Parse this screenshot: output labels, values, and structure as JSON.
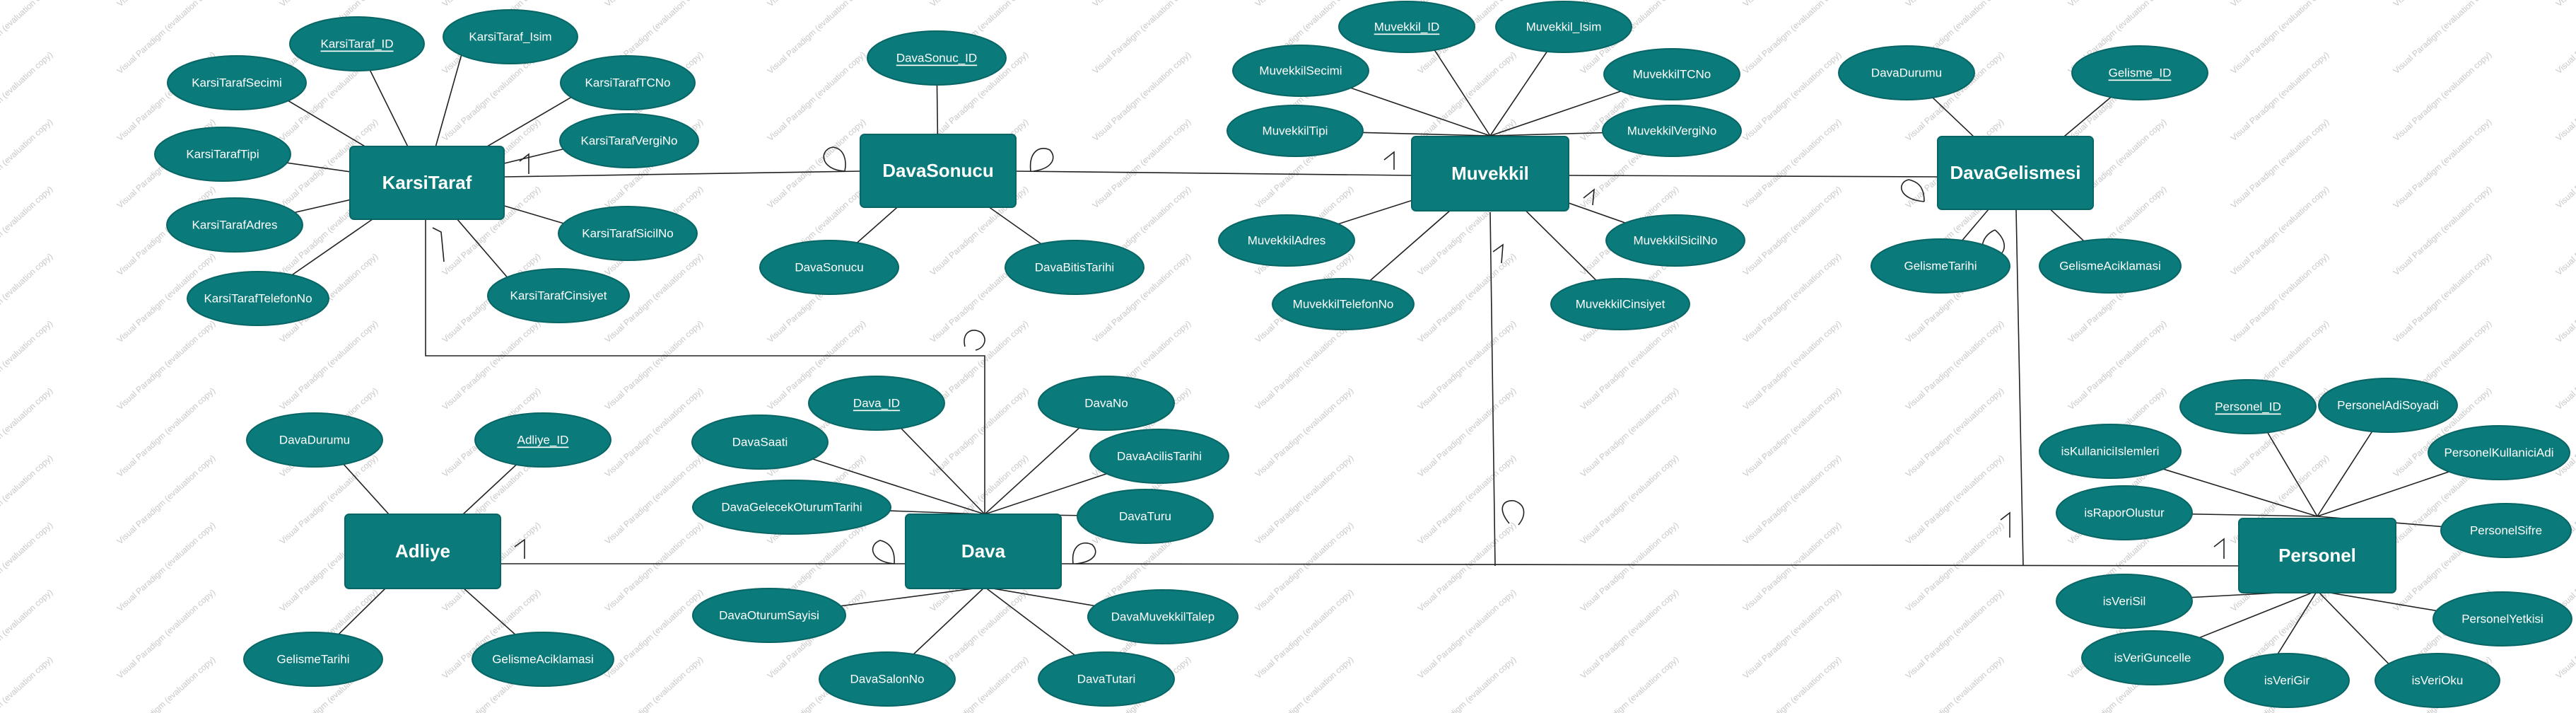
{
  "colors": {
    "fill": "#0b7a7a",
    "stroke": "#086565",
    "text": "#ffffff",
    "line": "#222222",
    "watermark": "#c8c8c8"
  },
  "watermark_text": "Visual Paradigm (evaluation copy)",
  "entities": {
    "karsitaraf": "KarsiTaraf",
    "davasonucu": "DavaSonucu",
    "muvekkil": "Muvekkil",
    "davagelismesi": "DavaGelismesi",
    "adliye": "Adliye",
    "dava": "Dava",
    "personel": "Personel"
  },
  "attributes": {
    "karsitaraf": {
      "id": "KarsiTaraf_ID",
      "isim": "KarsiTaraf_Isim",
      "secimi": "KarsiTarafSecimi",
      "tcno": "KarsiTarafTCNo",
      "vergino": "KarsiTarafVergiNo",
      "tipi": "KarsiTarafTipi",
      "adres": "KarsiTarafAdres",
      "sicilno": "KarsiTarafSicilNo",
      "telefonno": "KarsiTarafTelefonNo",
      "cinsiyet": "KarsiTarafCinsiyet"
    },
    "davasonucu": {
      "id": "DavaSonuc_ID",
      "sonuc": "DavaSonucu",
      "bitistarihi": "DavaBitisTarihi"
    },
    "muvekkil": {
      "id": "Muvekkil_ID",
      "isim": "Muvekkil_Isim",
      "secimi": "MuvekkilSecimi",
      "tcno": "MuvekkilTCNo",
      "tipi": "MuvekkilTipi",
      "vergino": "MuvekkilVergiNo",
      "adres": "MuvekkilAdres",
      "sicilno": "MuvekkilSicilNo",
      "telefonno": "MuvekkilTelefonNo",
      "cinsiyet": "MuvekkilCinsiyet"
    },
    "davagelismesi": {
      "durumu": "DavaDurumu",
      "id": "Gelisme_ID",
      "tarihi": "GelismeTarihi",
      "aciklamasi": "GelismeAciklamasi"
    },
    "adliye": {
      "durumu": "DavaDurumu",
      "id": "Adliye_ID",
      "tarihi": "GelismeTarihi",
      "aciklamasi": "GelismeAciklamasi"
    },
    "dava": {
      "id": "Dava_ID",
      "no": "DavaNo",
      "saati": "DavaSaati",
      "acilistarihi": "DavaAcilisTarihi",
      "gelecekoturum": "DavaGelecekOturumTarihi",
      "turu": "DavaTuru",
      "oturumsayisi": "DavaOturumSayisi",
      "muvekkiltalep": "DavaMuvekkilTalep",
      "salonno": "DavaSalonNo",
      "tutari": "DavaTutari"
    },
    "personel": {
      "id": "Personel_ID",
      "adisoyadi": "PersonelAdiSoyadi",
      "kullaniciislemleri": "isKullaniciIslemleri",
      "kullaniciadi": "PersonelKullaniciAdi",
      "raporolustur": "isRaporOlustur",
      "sifre": "PersonelSifre",
      "verisil": "isVeriSil",
      "yetkisi": "PersonelYetkisi",
      "veriguncelle": "isVeriGuncelle",
      "verigir": "isVeriGir",
      "verioku": "isVeriOku"
    }
  }
}
